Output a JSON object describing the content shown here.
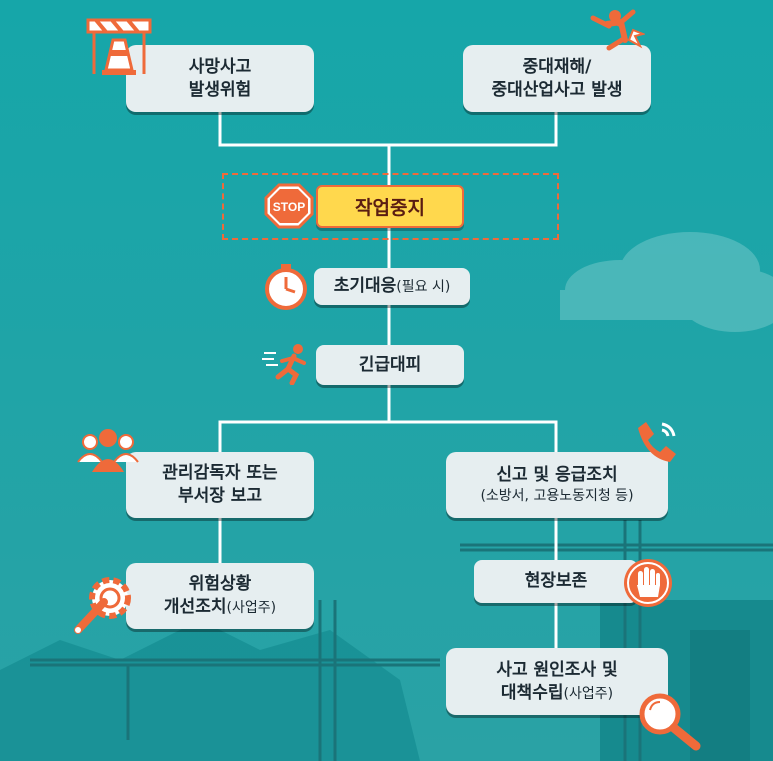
{
  "nodes": {
    "death_risk": {
      "line1": "사망사고",
      "line2": "발생위험"
    },
    "major_disaster": {
      "line1": "중대재해/",
      "line2": "중대산업사고 발생"
    },
    "stop_work": {
      "label": "작업중지",
      "stop_sign": "STOP"
    },
    "initial_response": {
      "main": "초기대응",
      "note": "(필요 시)"
    },
    "evacuation": {
      "label": "긴급대피"
    },
    "report_supervisor": {
      "line1": "관리감독자 또는",
      "line2": "부서장 보고"
    },
    "report_emergency": {
      "line1": "신고 및 응급조치",
      "line2": "(소방서, 고용노동지청 등)"
    },
    "improve_hazard": {
      "line1": "위험상황",
      "line2_main": "개선조치",
      "line2_note": "(사업주)"
    },
    "preserve_scene": {
      "label": "현장보존"
    },
    "cause_investigation": {
      "line1": "사고 원인조사 및",
      "line2_main": "대책수립",
      "line2_note": "(사업주)"
    }
  },
  "icons": [
    "barrier-cone-icon",
    "falling-person-icon",
    "stop-sign-icon",
    "stopwatch-icon",
    "running-person-icon",
    "people-group-icon",
    "phone-icon",
    "gear-wrench-icon",
    "hand-stop-icon",
    "magnifier-icon"
  ],
  "colors": {
    "background": "#1fa3a6",
    "box": "#e6eef0",
    "accent": "#ef6a3a",
    "highlight": "#ffd84d",
    "text": "#1c2a33"
  }
}
